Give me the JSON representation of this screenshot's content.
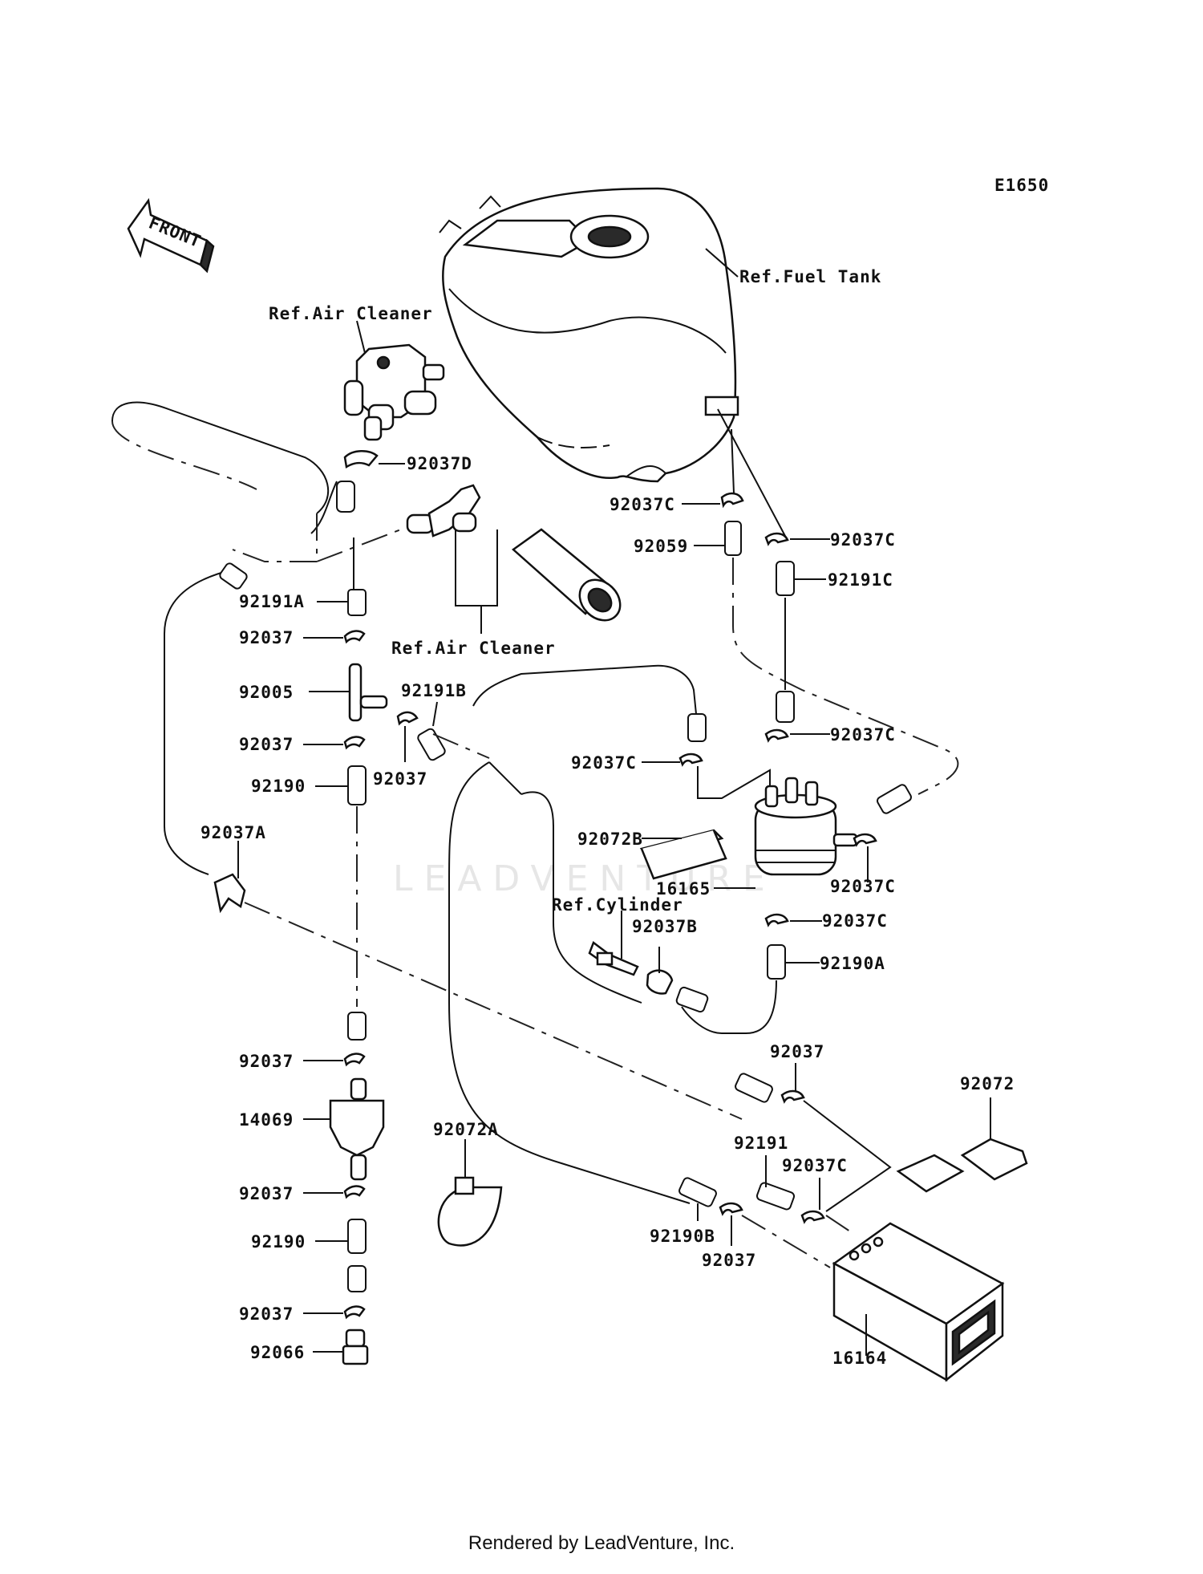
{
  "diagram": {
    "code": "E1650",
    "front_label": "FRONT",
    "watermark": "LEADVENTURE",
    "labels": {
      "fuel_tank": "Ref.Fuel Tank",
      "air_cleaner_top": "Ref.Air Cleaner",
      "air_cleaner_mid": "Ref.Air Cleaner",
      "cylinder": "Ref.Cylinder",
      "p92037D": "92037D",
      "p92037C_a": "92037C",
      "p92059": "92059",
      "p92037C_b": "92037C",
      "p92191C": "92191C",
      "p92191A": "92191A",
      "p92037_a": "92037",
      "p92005": "92005",
      "p92191B": "92191B",
      "p92037_b": "92037",
      "p92037_c": "92037",
      "p92190_a": "92190",
      "p92037C_c": "92037C",
      "p92037C_d": "92037C",
      "p92072B": "92072B",
      "p16165": "16165",
      "p92037C_e": "92037C",
      "p92037A": "92037A",
      "p92037B": "92037B",
      "p92037C_f": "92037C",
      "p92190A": "92190A",
      "p92037_d": "92037",
      "p92037_e": "92037",
      "p14069": "14069",
      "p92072": "92072",
      "p92072A": "92072A",
      "p92191": "92191",
      "p92037C_g": "92037C",
      "p92037_f": "92037",
      "p92190_b": "92190",
      "p92190B": "92190B",
      "p92037_g": "92037",
      "p92037_h": "92037",
      "p16164": "16164",
      "p92066": "92066"
    }
  },
  "footer": "Rendered by LeadVenture, Inc."
}
